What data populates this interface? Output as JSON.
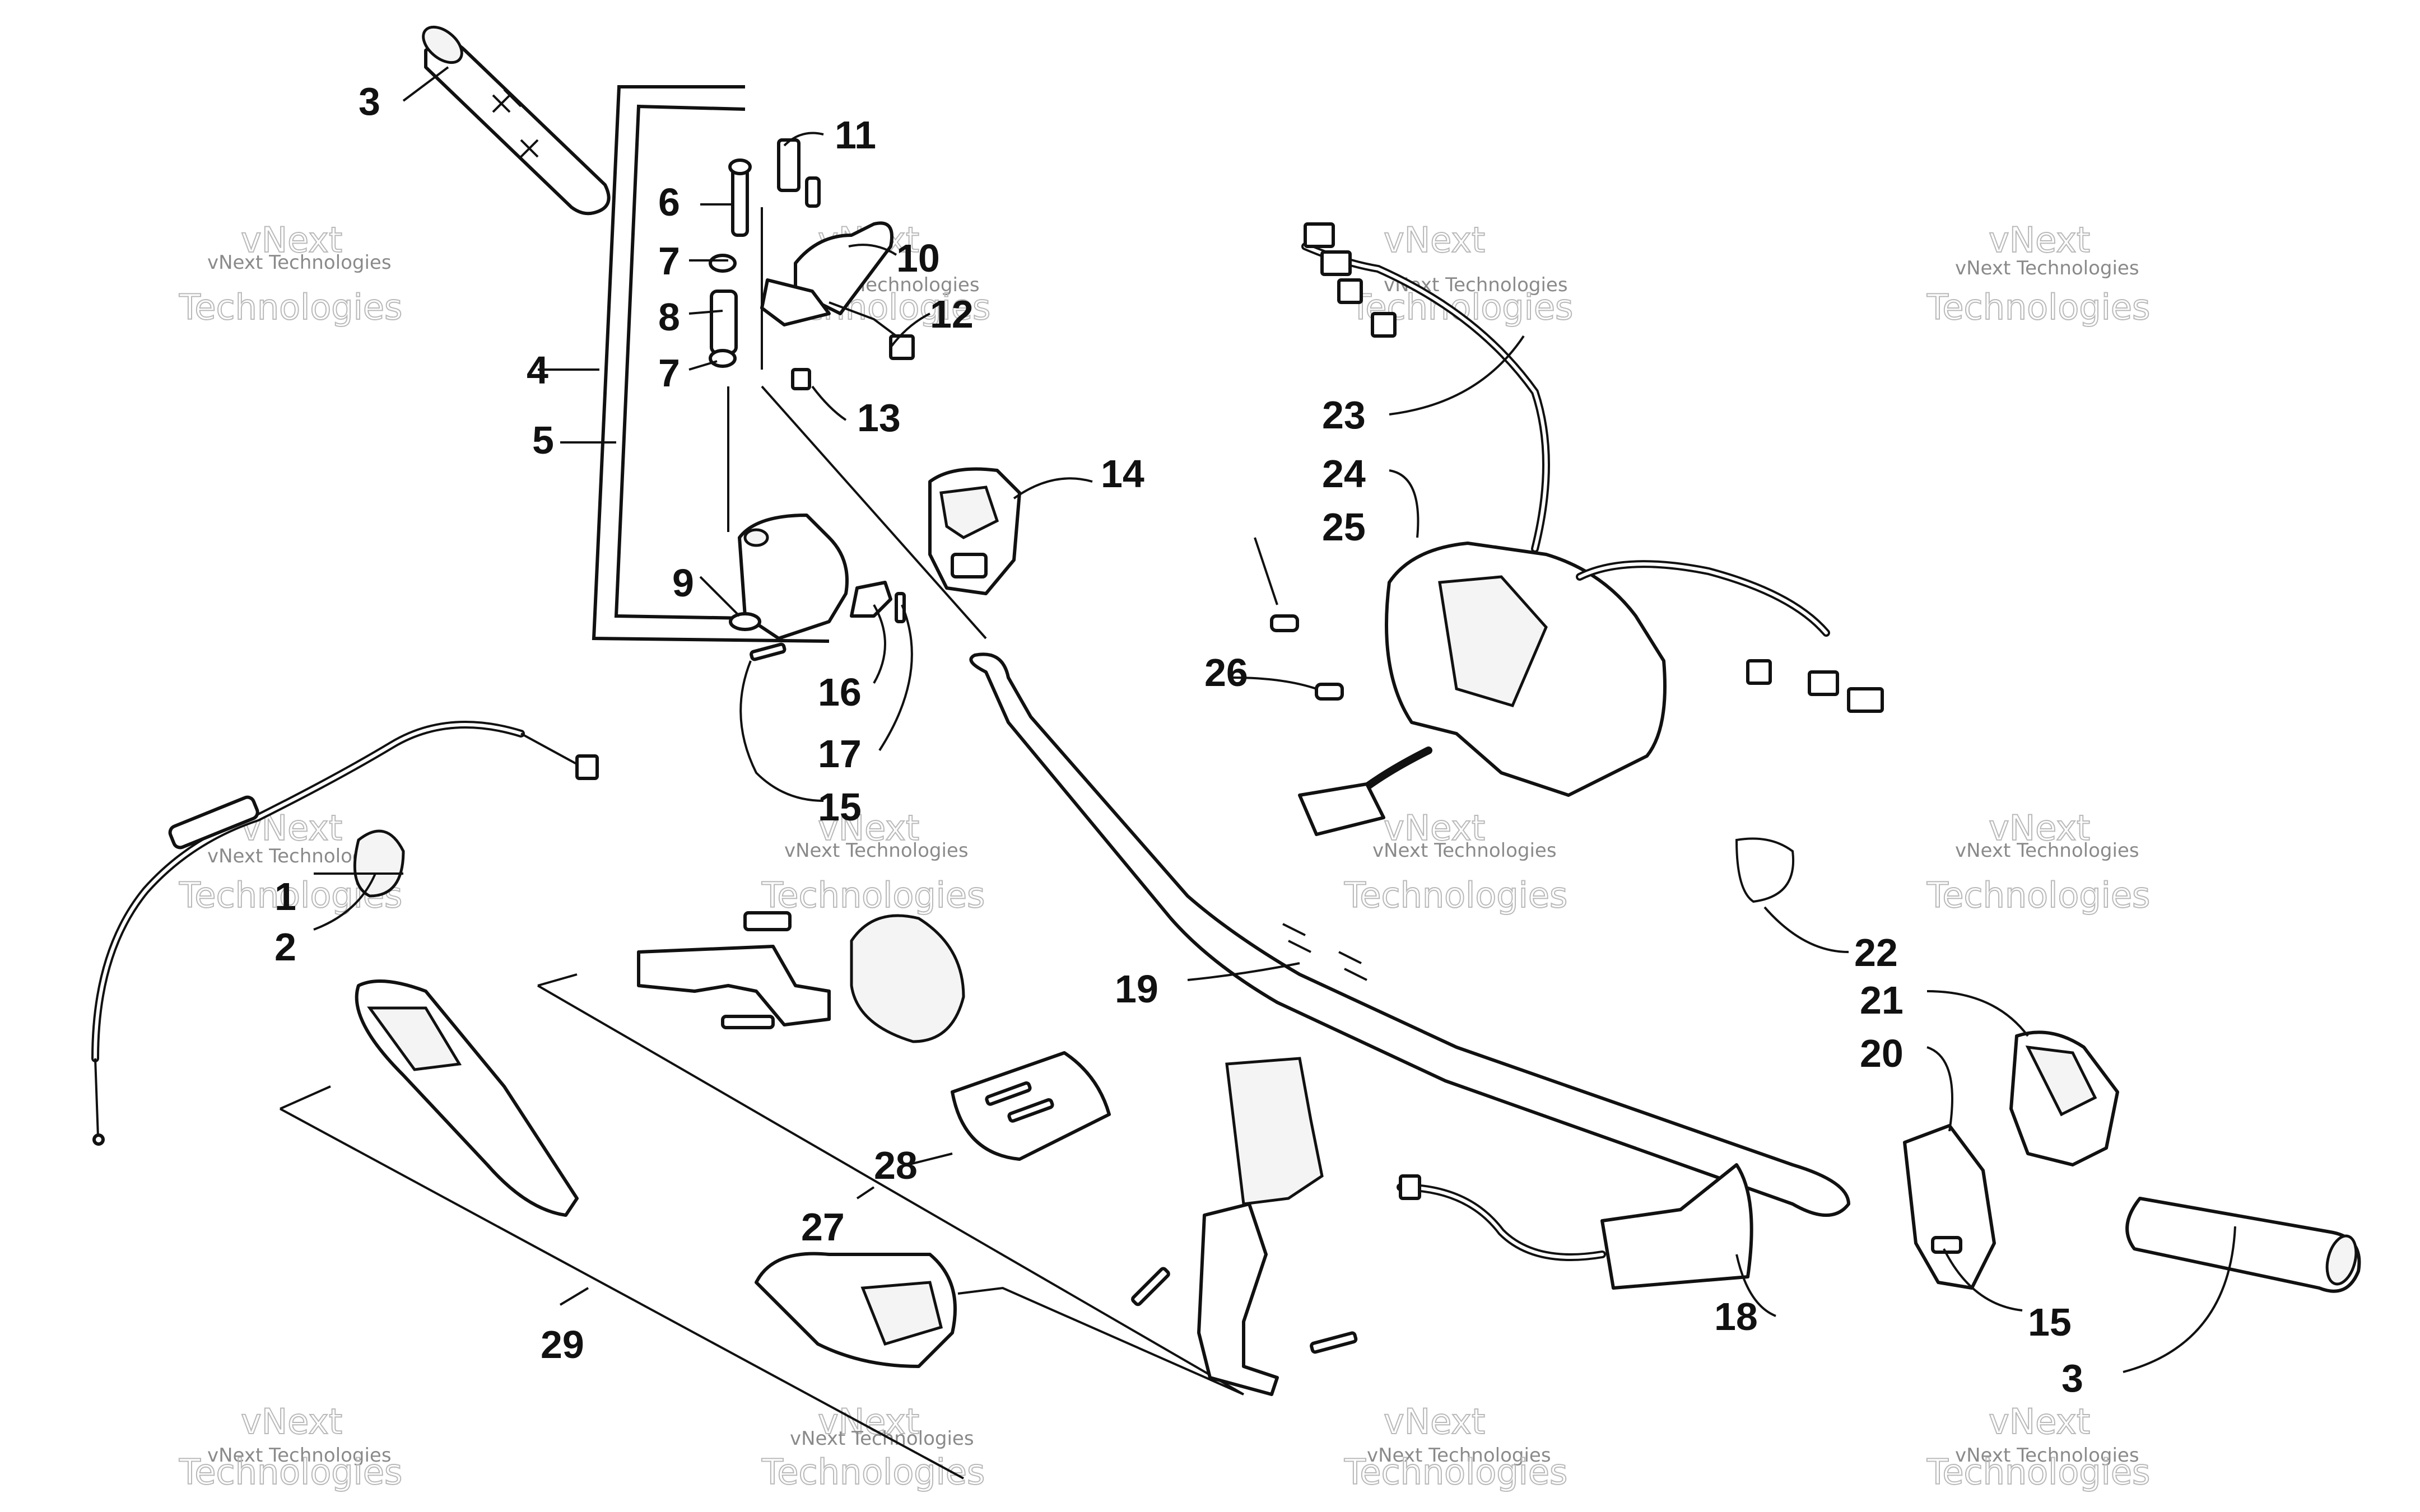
{
  "callouts": {
    "c1": "1",
    "c2": "2",
    "c3a": "3",
    "c3b": "3",
    "c4": "4",
    "c5": "5",
    "c6": "6",
    "c7a": "7",
    "c7b": "7",
    "c8": "8",
    "c9": "9",
    "c10": "10",
    "c11": "11",
    "c12": "12",
    "c13": "13",
    "c14": "14",
    "c15a": "15",
    "c15b": "15",
    "c16": "16",
    "c17": "17",
    "c18": "18",
    "c19": "19",
    "c20": "20",
    "c21": "21",
    "c22": "22",
    "c23": "23",
    "c24": "24",
    "c25": "25",
    "c26": "26",
    "c27": "27",
    "c28": "28",
    "c29": "29"
  },
  "watermark": {
    "line1": "vNext Technologies",
    "vnext": "vNext",
    "tech": "Technologies"
  }
}
